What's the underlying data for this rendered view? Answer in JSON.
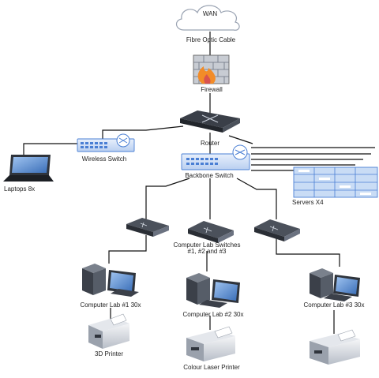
{
  "labels": {
    "wan": "WAN",
    "fibre": "Fibre Optic Cable",
    "firewall": "Firewall",
    "router": "Router",
    "wireless_switch": "Wireless Switch",
    "laptops": "Laptops 8x",
    "backbone_switch": "Backbone Switch",
    "servers": "Servers X4",
    "lab_switches_line1": "Computer Lab Switches",
    "lab_switches_line2": "#1, #2 and #3",
    "lab1": "Computer Lab #1 30x",
    "lab2": "Computer Lab #2 30x",
    "lab3": "Computer Lab #3 30x",
    "printer_3d": "3D Printer",
    "printer_colour": "Colour Laser Printer"
  },
  "colors": {
    "cable": "#111111",
    "switch_blue": "#4a7fd4",
    "switch_light": "#dbe8fb",
    "device_dark": "#2e3440",
    "server_blue": "#c9dcf5",
    "firewall_red": "#d9534f",
    "flame": "#f28c28"
  },
  "icons": [
    "cloud-icon",
    "firewall-icon",
    "router-icon",
    "switch-icon",
    "laptop-icon",
    "server-rack-icon",
    "desktop-computer-icon",
    "printer-icon"
  ]
}
